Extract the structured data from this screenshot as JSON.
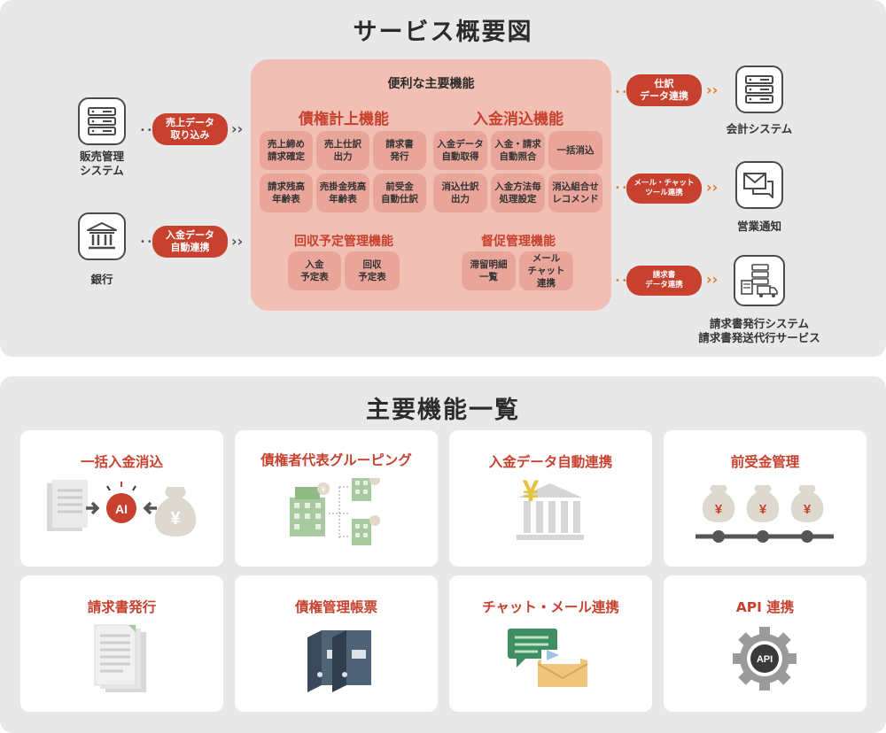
{
  "overview": {
    "title": "サービス概要図",
    "core_title": "便利な主要機能",
    "left_systems": [
      {
        "label": "販売管理\nシステム",
        "pill": "売上データ\n取り込み"
      },
      {
        "label": "銀行",
        "pill": "入金データ\n自動連携"
      }
    ],
    "right_systems": [
      {
        "label": "会計システム",
        "pill": "仕訳\nデータ連携"
      },
      {
        "label": "営業通知",
        "pill": "メール・チャット\nツール連携"
      },
      {
        "label": "請求書発行システム\n請求書発送代行サービス",
        "pill": "請求書\nデータ連携"
      }
    ],
    "groups": [
      {
        "title": "債権計上機能",
        "cells": [
          "売上締め\n請求確定",
          "売上仕訳\n出力",
          "請求書\n発行",
          "請求残高\n年齢表",
          "売掛金残高\n年齢表",
          "前受金\n自動仕訳"
        ]
      },
      {
        "title": "入金消込機能",
        "cells": [
          "入金データ\n自動取得",
          "入金・請求\n自動照合",
          "一括消込",
          "消込仕訳\n出力",
          "入金方法毎\n処理設定",
          "消込組合せ\nレコメンド"
        ]
      },
      {
        "title": "回収予定管理機能",
        "cells": [
          "入金\n予定表",
          "回収\n予定表"
        ]
      },
      {
        "title": "督促管理機能",
        "cells": [
          "滞留明細\n一覧",
          "メール\nチャット\n連携"
        ]
      }
    ]
  },
  "features": {
    "title": "主要機能一覧",
    "cards": [
      {
        "title": "一括入金消込",
        "icon": "ai-matching-icon"
      },
      {
        "title": "債権者代表グルーピング",
        "icon": "building-grouping-icon"
      },
      {
        "title": "入金データ自動連携",
        "icon": "bank-yen-icon"
      },
      {
        "title": "前受金管理",
        "icon": "money-bags-timeline-icon"
      },
      {
        "title": "請求書発行",
        "icon": "documents-icon"
      },
      {
        "title": "債権管理帳票",
        "icon": "binders-icon"
      },
      {
        "title": "チャット・メール連携",
        "icon": "chat-mail-icon"
      },
      {
        "title": "API 連携",
        "icon": "api-gear-icon"
      }
    ]
  },
  "colors": {
    "accent": "#c8412f",
    "core_bg": "#f1bfb4",
    "cell_bg": "#e9a59a",
    "arrow_orange": "#e07b2a",
    "panel_bg": "#e8e8e8"
  }
}
